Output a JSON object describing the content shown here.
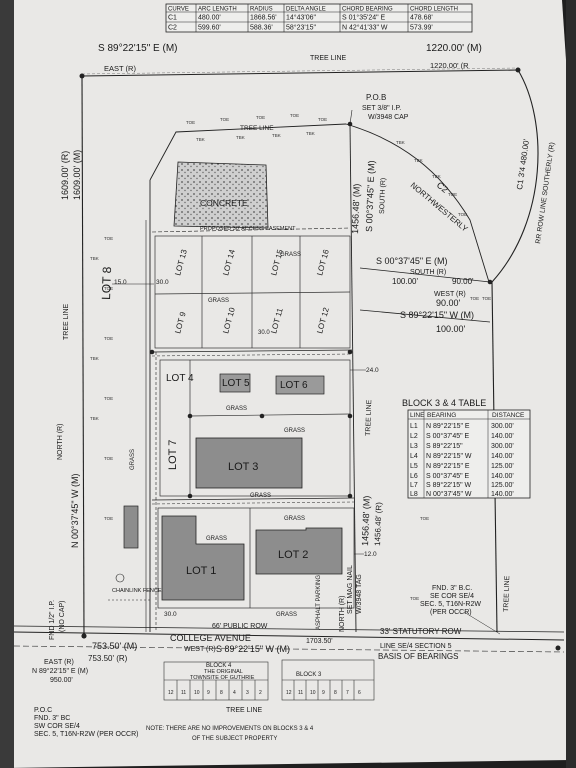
{
  "curve_table": {
    "headers": [
      "CURVE",
      "ARC LENGTH",
      "RADIUS",
      "DELTA ANGLE",
      "CHORD BEARING",
      "CHORD LENGTH"
    ],
    "rows": [
      [
        "C1",
        "480.00'",
        "1868.56'",
        "14°43'06\"",
        "S 01°35'24\" E",
        "478.68'"
      ],
      [
        "C2",
        "599.60'",
        "588.36'",
        "58°23'15\"",
        "N 42°41'33\" W",
        "573.99'"
      ]
    ]
  },
  "labels": {
    "top_bearing": "S 89°22'15\" E (M)",
    "top_dist_m": "1220.00' (M)",
    "east_r": "EAST (R)",
    "top_dist_r": "1220.00' (R",
    "tree_line": "TREE LINE",
    "left_dist_r": "1609.00' (R)",
    "left_dist_m": "1609.00' (M)",
    "north_r": "NORTH (R)",
    "left_bearing": "N 00°37'45\" W (M)",
    "pob": "P.O.B",
    "pob_detail_1": "SET 3/8\" I.P.",
    "pob_detail_2": "W/3948 CAP",
    "concrete": "CONCRETE",
    "access_easement": "PROPOSED 30' ACCESS EASEMENT",
    "grass": "GRASS",
    "lot_13": "LOT 13",
    "lot_14": "LOT 14",
    "lot_15": "LOT 15",
    "lot_16": "LOT 16",
    "lot_9": "LOT 9",
    "lot_10": "LOT 10",
    "lot_11": "LOT 11",
    "lot_12": "LOT 12",
    "lot_8": "LOT 8",
    "lot_4": "LOT 4",
    "lot_5": "LOT 5",
    "lot_6": "LOT 6",
    "lot_7": "LOT 7",
    "lot_3": "LOT 3",
    "lot_1": "LOT 1",
    "lot_2": "LOT 2",
    "dim_15": "15.0",
    "dim_30_a": "30.0",
    "dim_30_b": "30.0",
    "dim_24": "24.0",
    "dim_12": "12.0",
    "inner_bearing_m": "S 00°37'45\" E (M)",
    "inner_dist": "1456.48' (M)",
    "south_r": "SOUTH (R)",
    "lower_dist_r": "1456.48' (R)",
    "c2_label": "C2",
    "nw_label": "NORTHWESTERLY",
    "c1_label": "C1 3'4 480.00'",
    "rr_row": "RR ROW LINE SOUTHERLY (R)",
    "right_bearing_1": "S 00°37'45\" E (M)",
    "right_south": "SOUTH (R)",
    "right_dist_1": "100.00'",
    "right_dist_2": "90.00'",
    "right_west": "WEST (R)",
    "right_dist_3": "90.00'",
    "right_bearing_2": "S 89°22'15\" W (M)",
    "right_dist_4": "100.00'",
    "fnd_bc_1": "FND. 3\" B.C.",
    "fnd_bc_2": "SE COR SE/4",
    "fnd_bc_3": "SEC. 5, T16N-R2W",
    "fnd_bc_4": "(PER OCCR)",
    "statutory_row": "33' STATUTORY ROW",
    "section_line": "LINE SE/4 SECTION 5",
    "basis": "BASIS OF BEARINGS",
    "fnd_lp_1": "FND 1/2\" I.P.",
    "fnd_lp_2": "(NO CAP)",
    "chainlink": "CHAINLINK FENCE",
    "public_row": "66' PUBLIC ROW",
    "asphalt": "ASPHALT PARKING",
    "set_mag_1": "SET MAG NAIL",
    "set_mag_2": "W/3948 TAG",
    "north_r_small": "NORTH (R)",
    "college_ave": "COLLEGE AVENUE",
    "b_753_m": "753.50' (M)",
    "b_753_r": "753.50' (R)",
    "west_r": "WEST (R)",
    "s_bearing": "S 89°22'15\" W (M)",
    "dist_1703": "1703.50'",
    "east_r_bottom": "EAST (R)",
    "n_bearing": "N 89°22'15\" E (M)",
    "dist_950": "950.00'",
    "block_4": "BLOCK 4",
    "the_original": "THE ORIGINAL",
    "townsite": "TOWNSITE OF GUTHRIE",
    "block_3": "BLOCK 3",
    "poc_1": "P.O.C",
    "poc_2": "FND. 3\" BC",
    "poc_3": "SW COR SE/4",
    "poc_4": "SEC. 5, T16N-R2W (PER OCCR)",
    "note_1": "NOTE: THERE ARE NO IMPROVEMENTS ON BLOCKS 3 & 4",
    "note_2": "OF THE SUBJECT PROPERTY",
    "tree_line_bottom": "TREE LINE"
  },
  "block_table": {
    "title": "BLOCK 3 & 4 TABLE",
    "headers": [
      "LINE",
      "BEARING",
      "DISTANCE"
    ],
    "rows": [
      [
        "L1",
        "N 89°22'15\" E",
        "300.00'"
      ],
      [
        "L2",
        "S 00°37'45\" E",
        "140.00'"
      ],
      [
        "L3",
        "S 89°22'15\"",
        "300.00'"
      ],
      [
        "L4",
        "N 89°22'15\" W",
        "140.00'"
      ],
      [
        "L5",
        "N 89°22'15\" E",
        "125.00'"
      ],
      [
        "L6",
        "S 00°37'45\" E",
        "140.00'"
      ],
      [
        "L7",
        "S 89°22'15\" W",
        "125.00'"
      ],
      [
        "L8",
        "N 00°37'45\" W",
        "140.00'"
      ]
    ]
  }
}
